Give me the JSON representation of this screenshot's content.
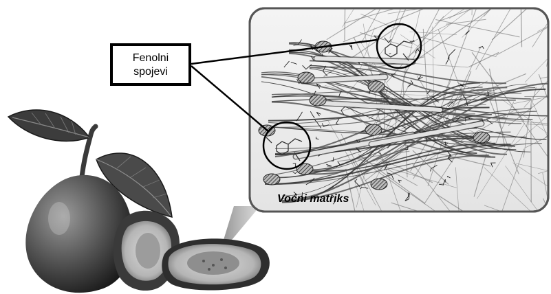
{
  "callout": {
    "line1": "Fenolni",
    "line2": "spojevi"
  },
  "matrix": {
    "label": "Voćni matriks"
  },
  "icons": [
    "guava-fruit-illustration",
    "leaf-icon",
    "magnifier-circle-icon",
    "fiber-network-illustration"
  ]
}
